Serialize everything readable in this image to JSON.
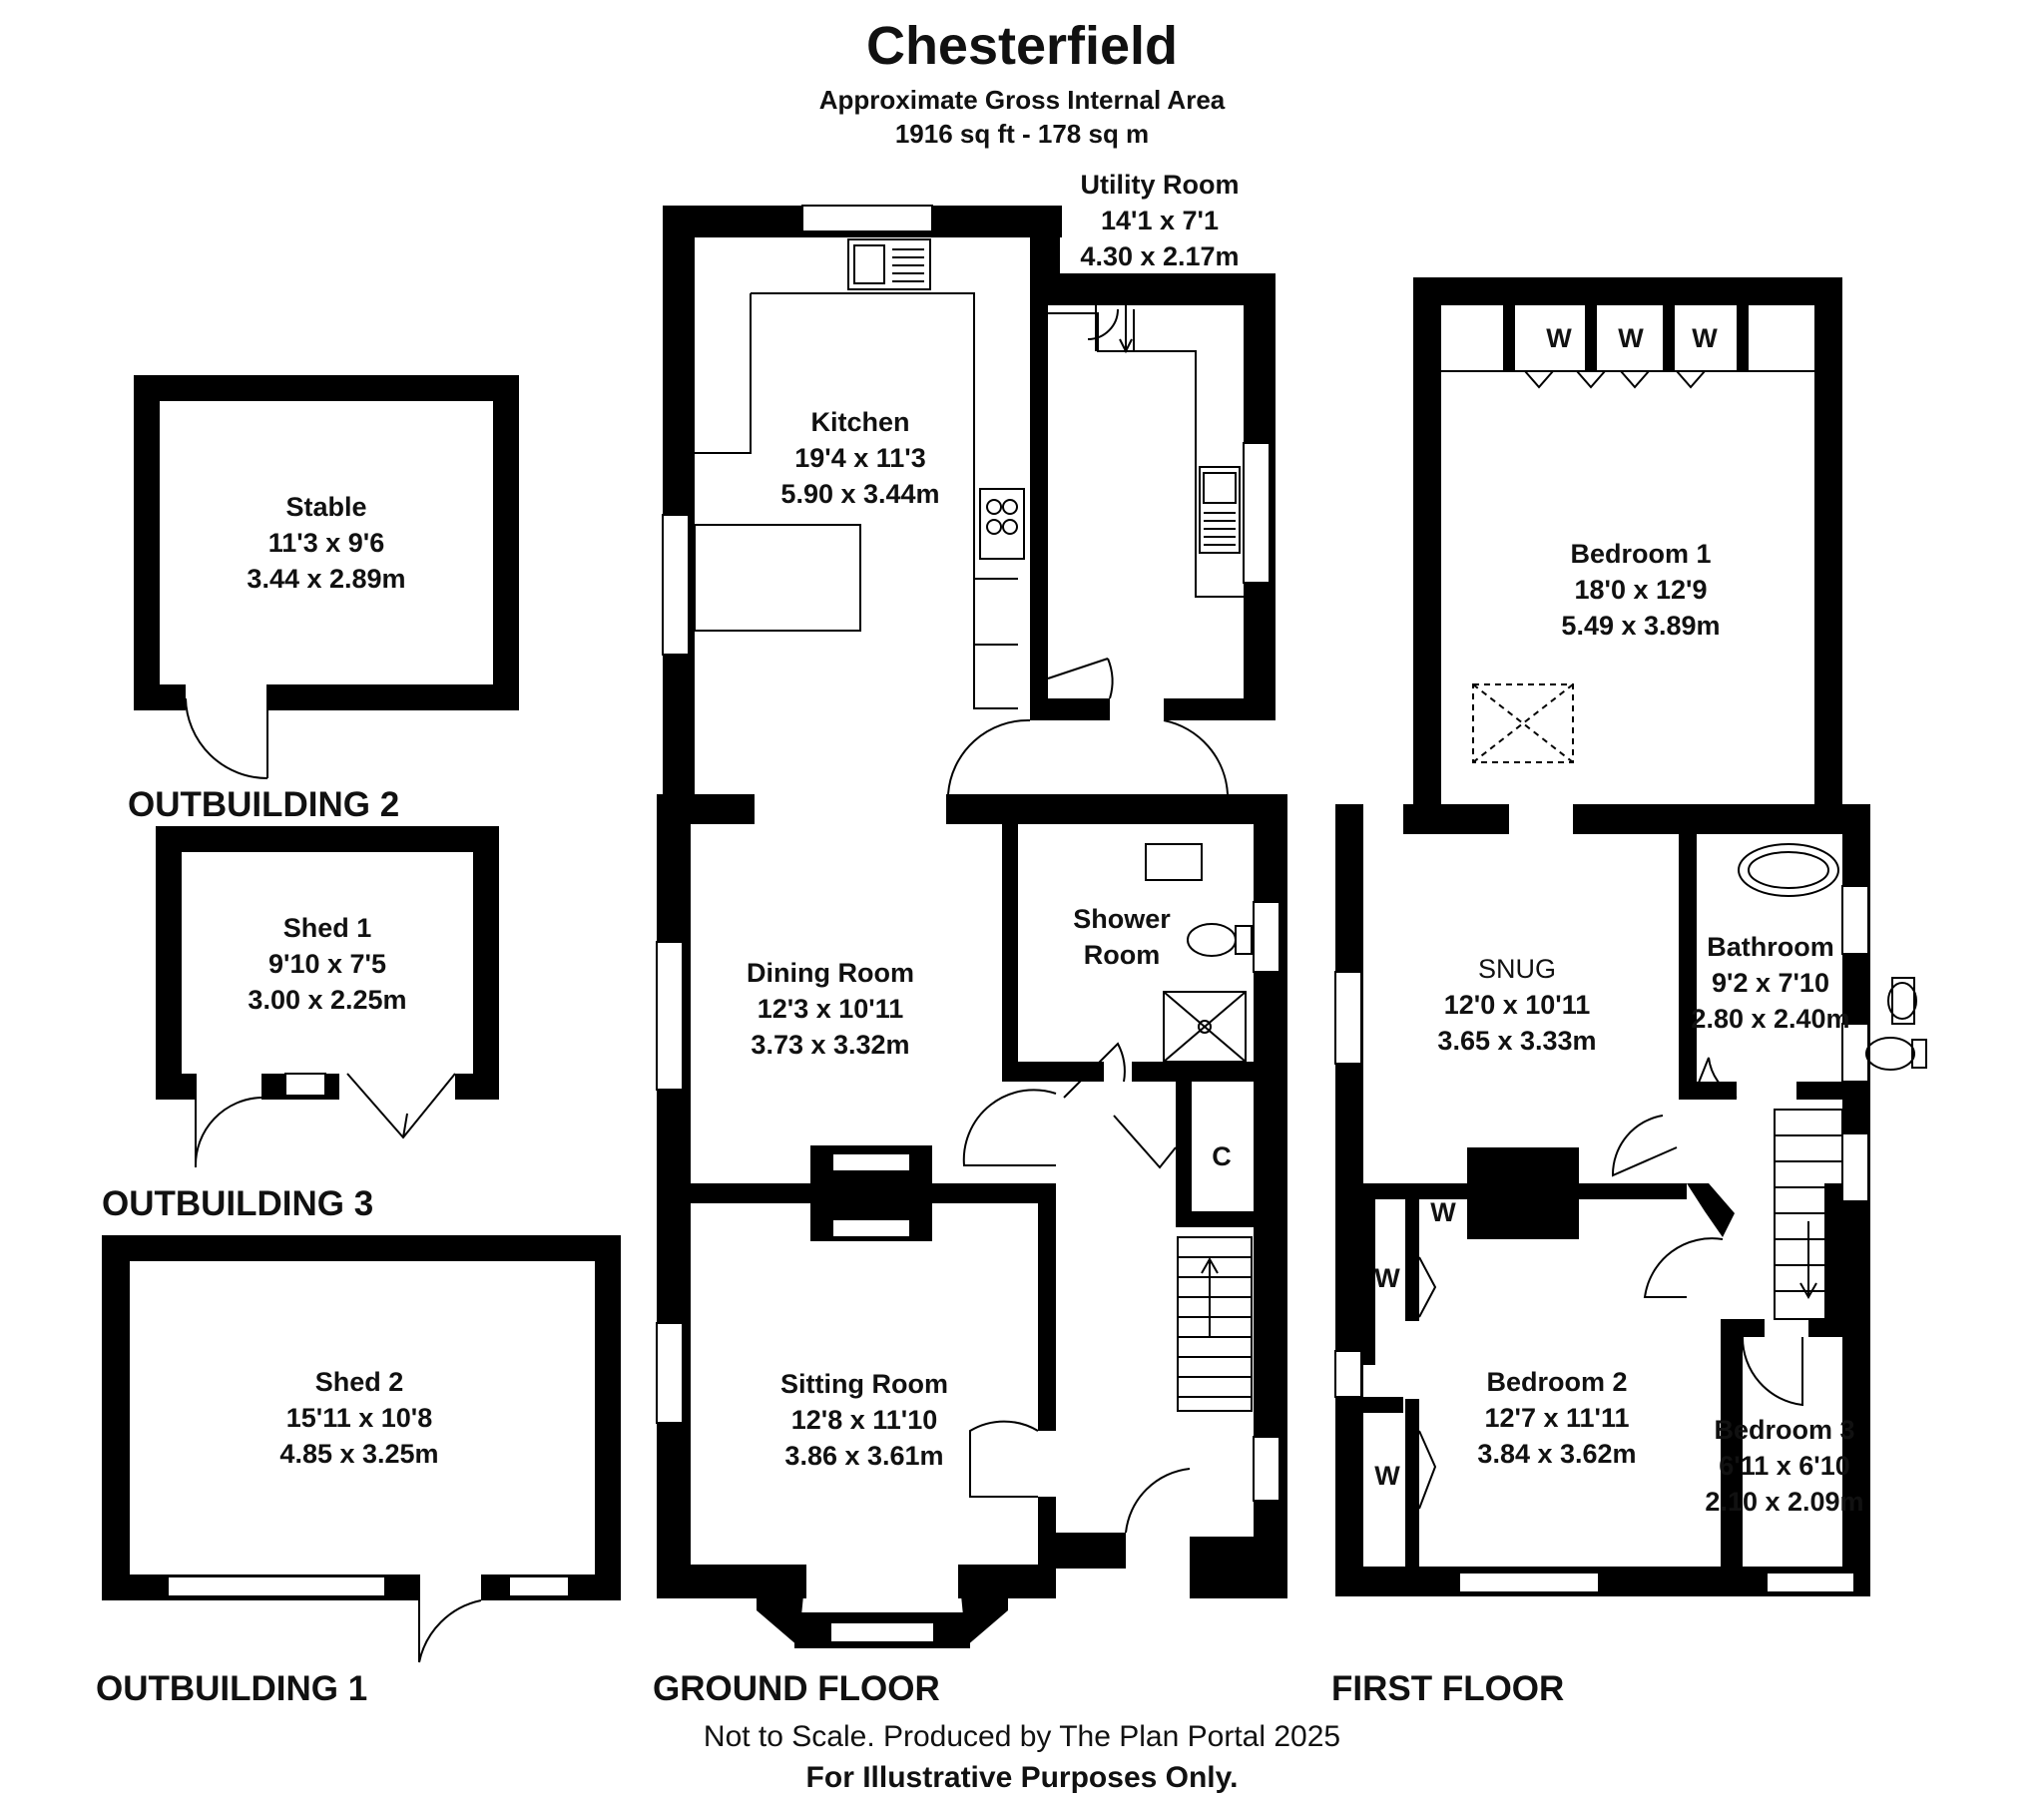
{
  "header": {
    "title": "Chesterfield",
    "area_label": "Approximate Gross Internal Area",
    "area_value": "1916 sq ft - 178 sq m"
  },
  "floors": {
    "outbuilding_1": "OUTBUILDING 1",
    "outbuilding_2": "OUTBUILDING 2",
    "outbuilding_3": "OUTBUILDING 3",
    "ground_floor": "GROUND FLOOR",
    "first_floor": "FIRST FLOOR"
  },
  "rooms": {
    "stable": {
      "name": "Stable",
      "imperial": "11'3 x 9'6",
      "metric": "3.44 x 2.89m"
    },
    "shed1": {
      "name": "Shed 1",
      "imperial": "9'10 x 7'5",
      "metric": "3.00 x 2.25m"
    },
    "shed2": {
      "name": "Shed 2",
      "imperial": "15'11 x 10'8",
      "metric": "4.85 x 3.25m"
    },
    "kitchen": {
      "name": "Kitchen",
      "imperial": "19'4 x 11'3",
      "metric": "5.90 x 3.44m"
    },
    "utility": {
      "name": "Utility Room",
      "imperial": "14'1 x 7'1",
      "metric": "4.30 x 2.17m"
    },
    "dining": {
      "name": "Dining Room",
      "imperial": "12'3 x 10'11",
      "metric": "3.73 x 3.32m"
    },
    "shower": {
      "name_line1": "Shower",
      "name_line2": "Room"
    },
    "sitting": {
      "name": "Sitting Room",
      "imperial": "12'8 x 11'10",
      "metric": "3.86 x 3.61m"
    },
    "cupboard": {
      "name": "C"
    },
    "bedroom1": {
      "name": "Bedroom 1",
      "imperial": "18'0 x 12'9",
      "metric": "5.49 x 3.89m"
    },
    "snug": {
      "name": "SNUG",
      "imperial": "12'0 x 10'11",
      "metric": "3.65 x 3.33m"
    },
    "bathroom": {
      "name": "Bathroom",
      "imperial": "9'2 x 7'10",
      "metric": "2.80 x 2.40m"
    },
    "bedroom2": {
      "name": "Bedroom 2",
      "imperial": "12'7 x 11'11",
      "metric": "3.84 x 3.62m"
    },
    "bedroom3": {
      "name": "Bedroom 3",
      "imperial": "6'11 x 6'10",
      "metric": "2.10 x 2.09m"
    }
  },
  "wardrobe_label": "W",
  "footer": {
    "line1": "Not to Scale. Produced by The Plan Portal 2025",
    "line2": "For Illustrative Purposes Only."
  }
}
